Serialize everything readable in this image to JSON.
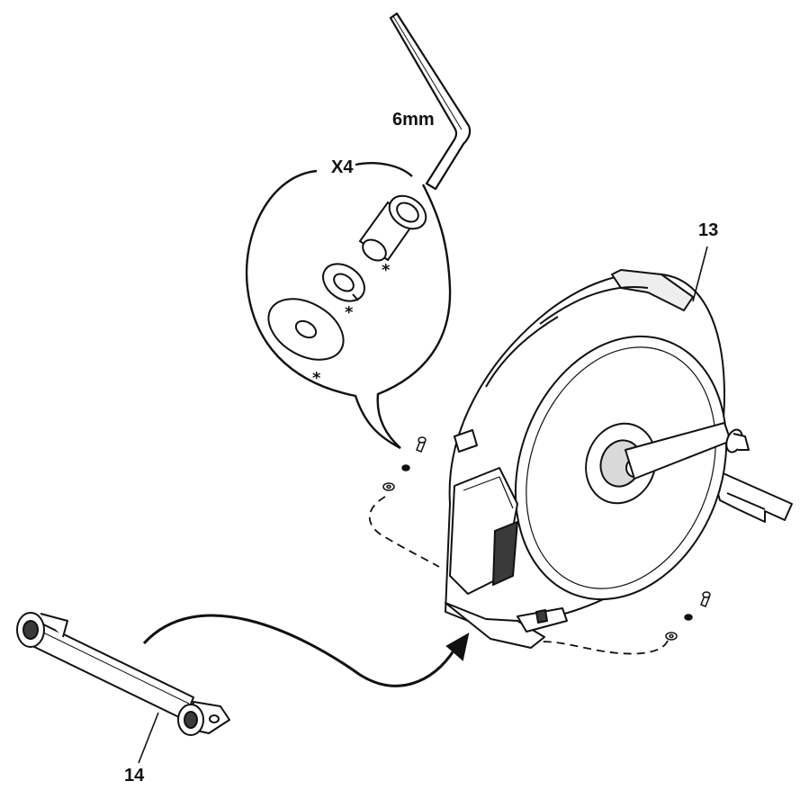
{
  "labels": {
    "tool_size": "6mm",
    "quantity": "X4",
    "part_frame": "13",
    "part_stabilizer": "14",
    "marker": "*"
  },
  "colors": {
    "line": "#111111",
    "fill_light": "#ffffff",
    "fill_shade": "#d9d9d9",
    "fill_dark": "#3a3a3a"
  },
  "icons": {
    "tool": "hex-key-icon",
    "callout": "speech-bubble-callout",
    "arrow": "curved-arrow-icon"
  }
}
